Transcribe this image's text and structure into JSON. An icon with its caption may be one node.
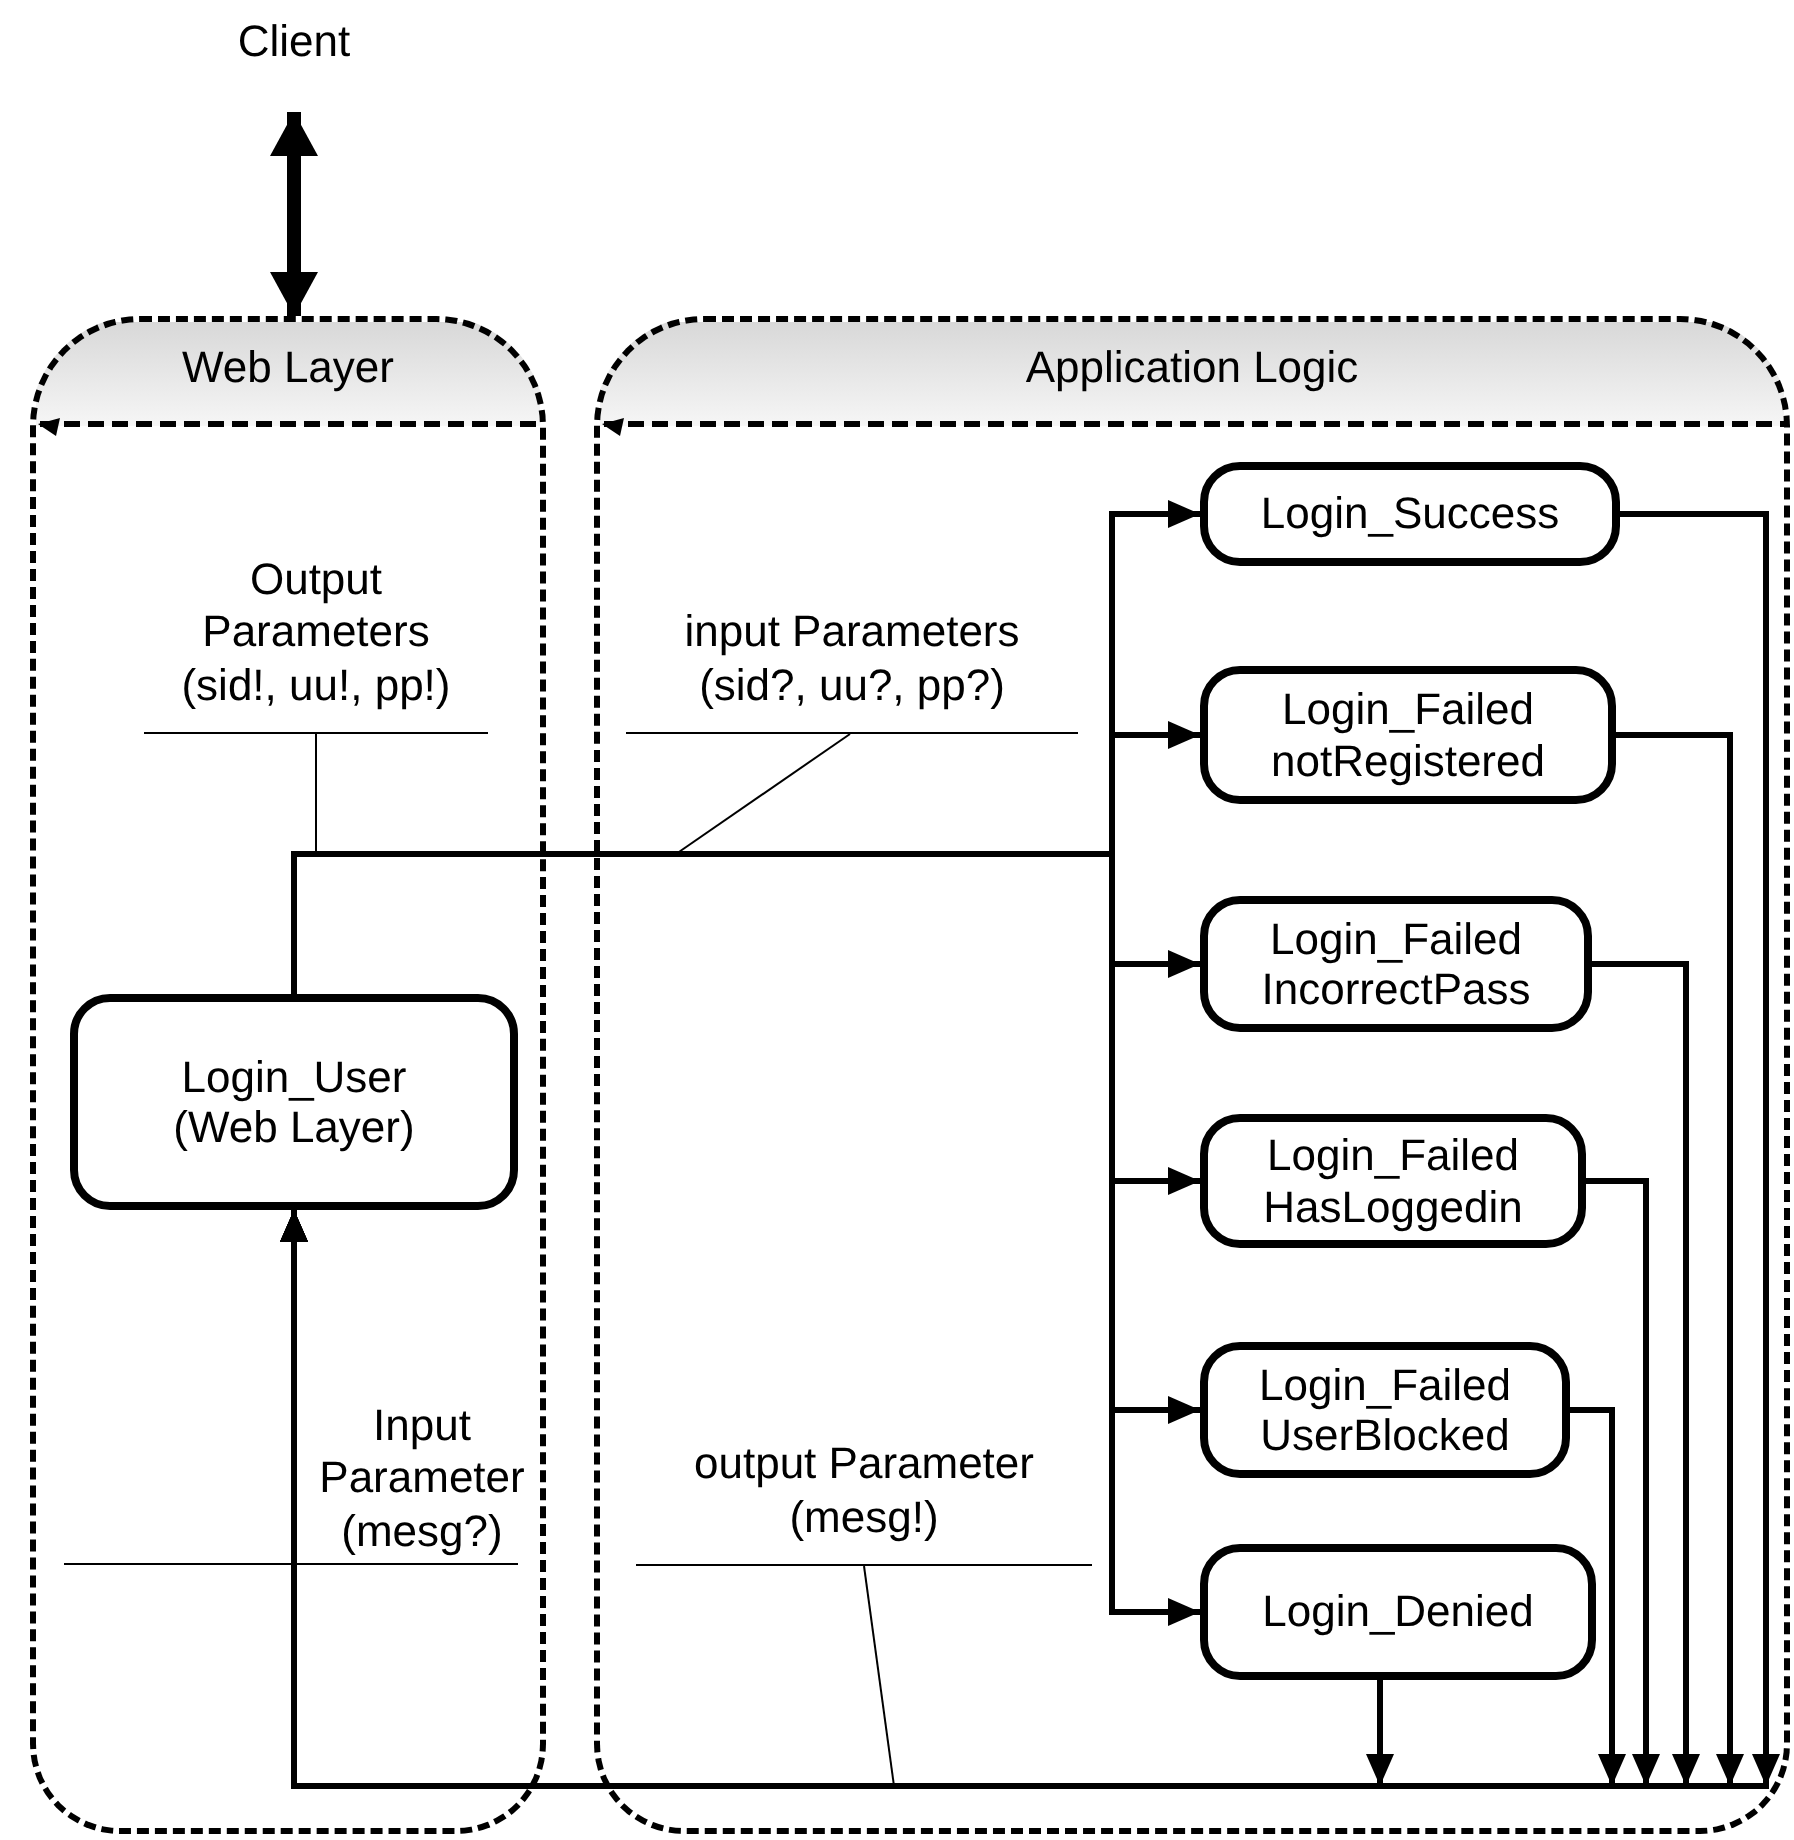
{
  "diagram": {
    "nodes": [
      {
        "text": [
          "Client"
        ]
      },
      {
        "text": [
          "Web Layer"
        ]
      },
      {
        "text": [
          "Output Parameters (sid!, uu!, pp!)"
        ],
        "in": 1
      },
      {
        "text": [
          "Login_User (Web Layer)"
        ],
        "in": 1
      },
      {
        "text": [
          "Application Logic"
        ]
      },
      {
        "text": [
          "input Parameters (sid?, uu?, pp?)"
        ],
        "in": 4
      },
      {
        "text": [
          "output Parameter (mesg!)"
        ],
        "in": 4
      },
      {
        "text": [
          "Login_Success"
        ],
        "in": 4
      },
      {
        "text": [
          "Login_Failed notRegistered"
        ],
        "in": 4
      },
      {
        "text": [
          "Login_Failed IncorrectPass"
        ],
        "in": 4
      },
      {
        "text": [
          "Login_Failed HasLoggedin"
        ],
        "in": 4
      },
      {
        "text": [
          "Login_Failed UserBlocked"
        ],
        "in": 4
      },
      {
        "text": [
          "Login_Denied"
        ],
        "in": 4
      }
    ],
    "edges": [
      {
        "from": 0,
        "to": 1,
        "arrow": "both",
        "style": "thick"
      },
      {
        "from": 3,
        "to": 7,
        "arrow": "to"
      },
      {
        "from": 3,
        "to": 8,
        "arrow": "to"
      },
      {
        "from": 3,
        "to": 9,
        "arrow": "to"
      },
      {
        "from": 3,
        "to": 10,
        "arrow": "to"
      },
      {
        "from": 3,
        "to": 11,
        "arrow": "to"
      },
      {
        "from": 3,
        "to": 12,
        "arrow": "to"
      },
      {
        "from": 7,
        "to": 3,
        "arrow": "to"
      },
      {
        "from": 8,
        "to": 3,
        "arrow": "to"
      },
      {
        "from": 9,
        "to": 3,
        "arrow": "to"
      },
      {
        "from": 10,
        "to": 3,
        "arrow": "to"
      },
      {
        "from": 11,
        "to": 3,
        "arrow": "to"
      },
      {
        "from": 12,
        "to": 3,
        "arrow": "to"
      },
      {
        "from": 2,
        "to": null,
        "arrow": "none"
      },
      {
        "from": 5,
        "to": null,
        "arrow": "none"
      },
      {
        "from": 6,
        "to": null,
        "arrow": "none"
      }
    ],
    "labels": [
      "Input Parameter (mesg?)"
    ]
  }
}
